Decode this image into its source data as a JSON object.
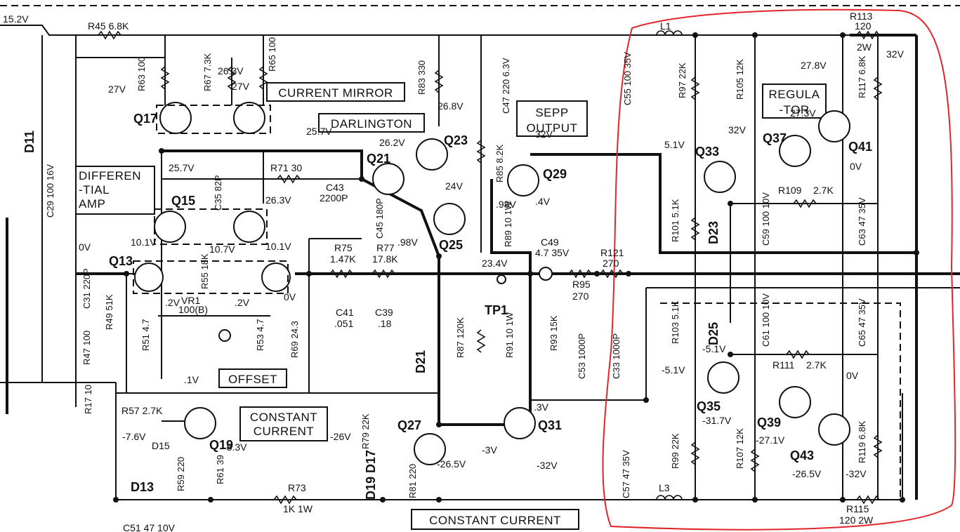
{
  "rails": {
    "top_voltage": "15.2V"
  },
  "boxes": {
    "current_mirror": "CURRENT MIRROR",
    "darlington": "DARLINGTON",
    "sepp_output_1": "SEPP",
    "sepp_output_2": "OUTPUT",
    "differential_1": "DIFFEREN",
    "differential_2": "-TIAL",
    "differential_3": "AMP",
    "offset": "OFFSET",
    "constant_current_1": "CONSTANT",
    "constant_current_2": "CURRENT",
    "constant_current_bottom": "CONSTANT CURRENT",
    "regulator_1": "REGULA",
    "regulator_2": "-TOR"
  },
  "transistors": {
    "q13": "Q13",
    "q15": "Q15",
    "q17": "Q17",
    "q19": "Q19",
    "q21": "Q21",
    "q23": "Q23",
    "q25": "Q25",
    "q27": "Q27",
    "q29": "Q29",
    "q31": "Q31",
    "q33": "Q33",
    "q35": "Q35",
    "q37": "Q37",
    "q39": "Q39",
    "q41": "Q41",
    "q43": "Q43"
  },
  "components": {
    "r45": "R45  6.8K",
    "r63": "R63 100",
    "r67": "R67 7.3K",
    "r65": "R65 100",
    "r83": "R83 330",
    "c47": "C47 220 6.3V",
    "r85": "R85 8.2K",
    "c35": "C35 82P",
    "r71": "R71  30",
    "c43": "C43",
    "c43v": "2200P",
    "c45": "C45 180P",
    "r89": "R89 10 1W",
    "c49": "C49",
    "c49v": "4.7  35V",
    "r121": "R121",
    "r121v": "270",
    "r95": "R95",
    "r95v": "270",
    "r75": "R75",
    "r75v": "1.47K",
    "r77": "R77",
    "r77v": "17.8K",
    "c41": "C41",
    "c41v": ".051",
    "c39": "C39",
    "c39v": ".18",
    "r55": "R55 18K",
    "vr1": "VR1",
    "vr1v": "100(B)",
    "r51": "R51 4.7",
    "r53": "R53 4.7",
    "r49": "R49 51K",
    "c31": "C31 220P",
    "r47": "R47 100",
    "r17": "R17 10",
    "r69": "R69 24.3",
    "c29": "C29 100 16V",
    "d11": "D11",
    "r57": "R57 2.7K",
    "d15": "D15",
    "r59": "R59 220",
    "r61": "R61 39",
    "d13": "D13",
    "c51": "C51  47 10V",
    "r73": "R73",
    "r73v": "1K  1W",
    "r79": "R79 22K",
    "d19": "D19 D17",
    "r81": "R81 220",
    "d21": "D21",
    "r87": "R87 120K",
    "r91": "R91 10 1W",
    "r93": "R93 15K",
    "c53": "C53 1000P",
    "c33": "C33 1000P",
    "tp1": "TP1",
    "l1": "L1",
    "r113": "R113",
    "r113v": "120",
    "r113w": "2W",
    "c55": "C55 100 35V",
    "r97": "R97 22K",
    "r105": "R105 12K",
    "r117": "R117 6.8K",
    "r109": "R109",
    "r109v": "2.7K",
    "r101": "R101 5.1K",
    "d23": "D23",
    "c59": "C59 100 10V",
    "c63": "C63 47 35V",
    "r103": "R103 5.1K",
    "d25": "D25",
    "c61": "C61 100 10V",
    "c65": "C65 47 35V",
    "r111": "R111",
    "r111v": "2.7K",
    "r99": "R99 22K",
    "r107": "R107 12K",
    "r119": "R119 6.8K",
    "c57": "C57 47 35V",
    "l3": "L3",
    "r115": "R115",
    "r115v": "120  2W"
  },
  "voltages": {
    "v27_q17": "27V",
    "v263_top": "26.3V",
    "v27_mirror": "27V",
    "v257_darl": "25.7V",
    "v262": "26.2V",
    "v268": "26.8V",
    "v32_sepp": "32V",
    "v257_q15": "25.7V",
    "v263_q15": "26.3V",
    "v24": "24V",
    "v98a": ".98V",
    "v4": ".4V",
    "v101_left": "10.1V",
    "v107": "10.7V",
    "v101_right": "10.1V",
    "v98b": ".98V",
    "v0_q13": "0V",
    "v2a": ".2V",
    "v2b": ".2V",
    "v0_mid": "0V",
    "v234": "23.4V",
    "v1": ".1V",
    "v76": "-7.6V",
    "v83": "-8.3V",
    "v26": "-26V",
    "v265_q27": "-26.5V",
    "v3_neg": "-3V",
    "v3_pos": ".3V",
    "v32_neg": "-32V",
    "v278": "27.8V",
    "v32_r117": "32V",
    "v273": "27.3V",
    "v32_q37": "32V",
    "v51_q33": "5.1V",
    "v0_q41": "0V",
    "v51_neg_d25": "-5.1V",
    "v51_neg_q35": "-5.1V",
    "v0_q39": "0V",
    "v317": "-31.7V",
    "v271": "-27.1V",
    "v265_q43": "-26.5V",
    "v32_q43": "-32V"
  }
}
